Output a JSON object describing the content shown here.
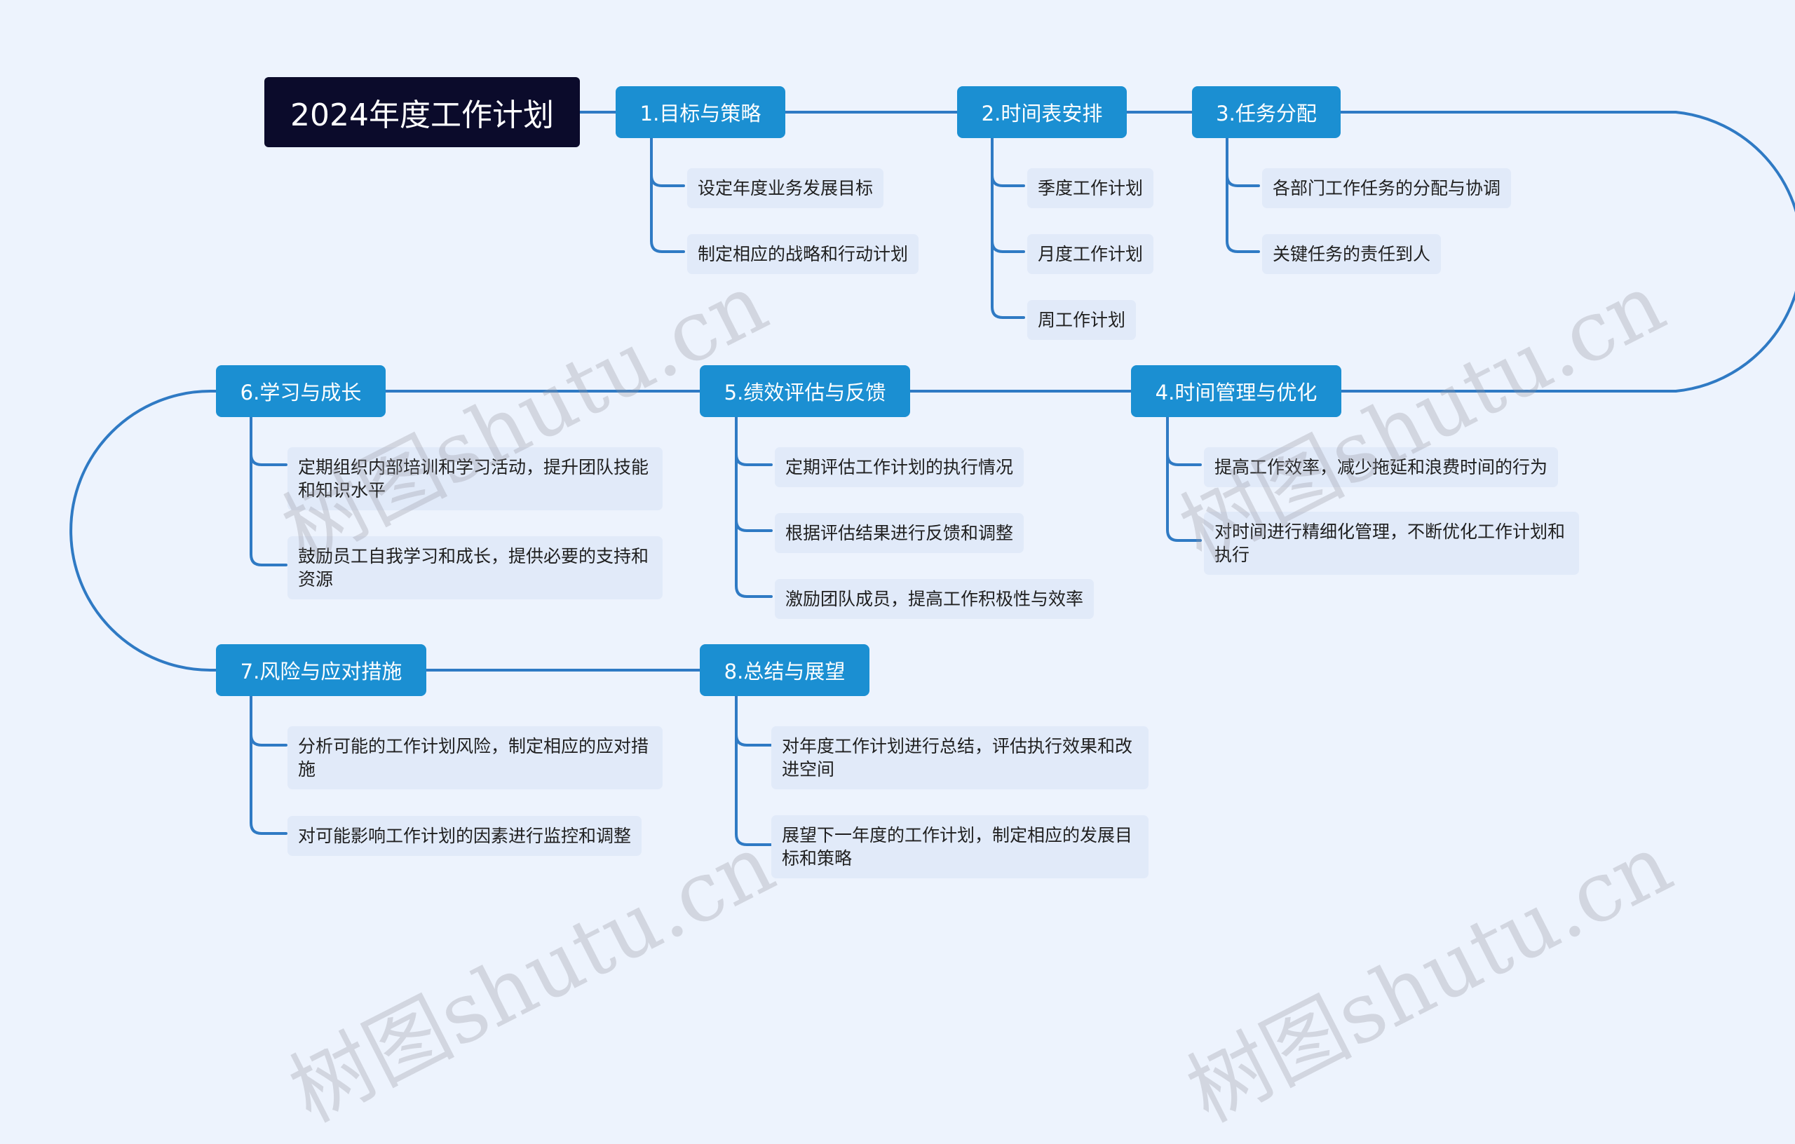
{
  "root": {
    "title": "2024年度工作计划"
  },
  "topics": [
    {
      "label": "1.目标与策略",
      "children": [
        "设定年度业务发展目标",
        "制定相应的战略和行动计划"
      ]
    },
    {
      "label": "2.时间表安排",
      "children": [
        "季度工作计划",
        "月度工作计划",
        "周工作计划"
      ]
    },
    {
      "label": "3.任务分配",
      "children": [
        "各部门工作任务的分配与协调",
        "关键任务的责任到人"
      ]
    },
    {
      "label": "4.时间管理与优化",
      "children": [
        "提高工作效率，减少拖延和浪费时间的行为",
        "对时间进行精细化管理，不断优化工作计划和执行"
      ]
    },
    {
      "label": "5.绩效评估与反馈",
      "children": [
        "定期评估工作计划的执行情况",
        "根据评估结果进行反馈和调整",
        "激励团队成员，提高工作积极性与效率"
      ]
    },
    {
      "label": "6.学习与成长",
      "children": [
        "定期组织内部培训和学习活动，提升团队技能和知识水平",
        "鼓励员工自我学习和成长，提供必要的支持和资源"
      ]
    },
    {
      "label": "7.风险与应对措施",
      "children": [
        "分析可能的工作计划风险，制定相应的应对措施",
        "对可能影响工作计划的因素进行监控和调整"
      ]
    },
    {
      "label": "8.总结与展望",
      "children": [
        "对年度工作计划进行总结，评估执行效果和改进空间",
        "展望下一年度的工作计划，制定相应的发展目标和策略"
      ]
    }
  ],
  "watermark": "树图shutu.cn",
  "colors": {
    "background": "#edf3fd",
    "root": "#0b0b2b",
    "topic": "#1b8fd2",
    "leaf": "#e1eaf9",
    "line": "#2f7ac4"
  }
}
